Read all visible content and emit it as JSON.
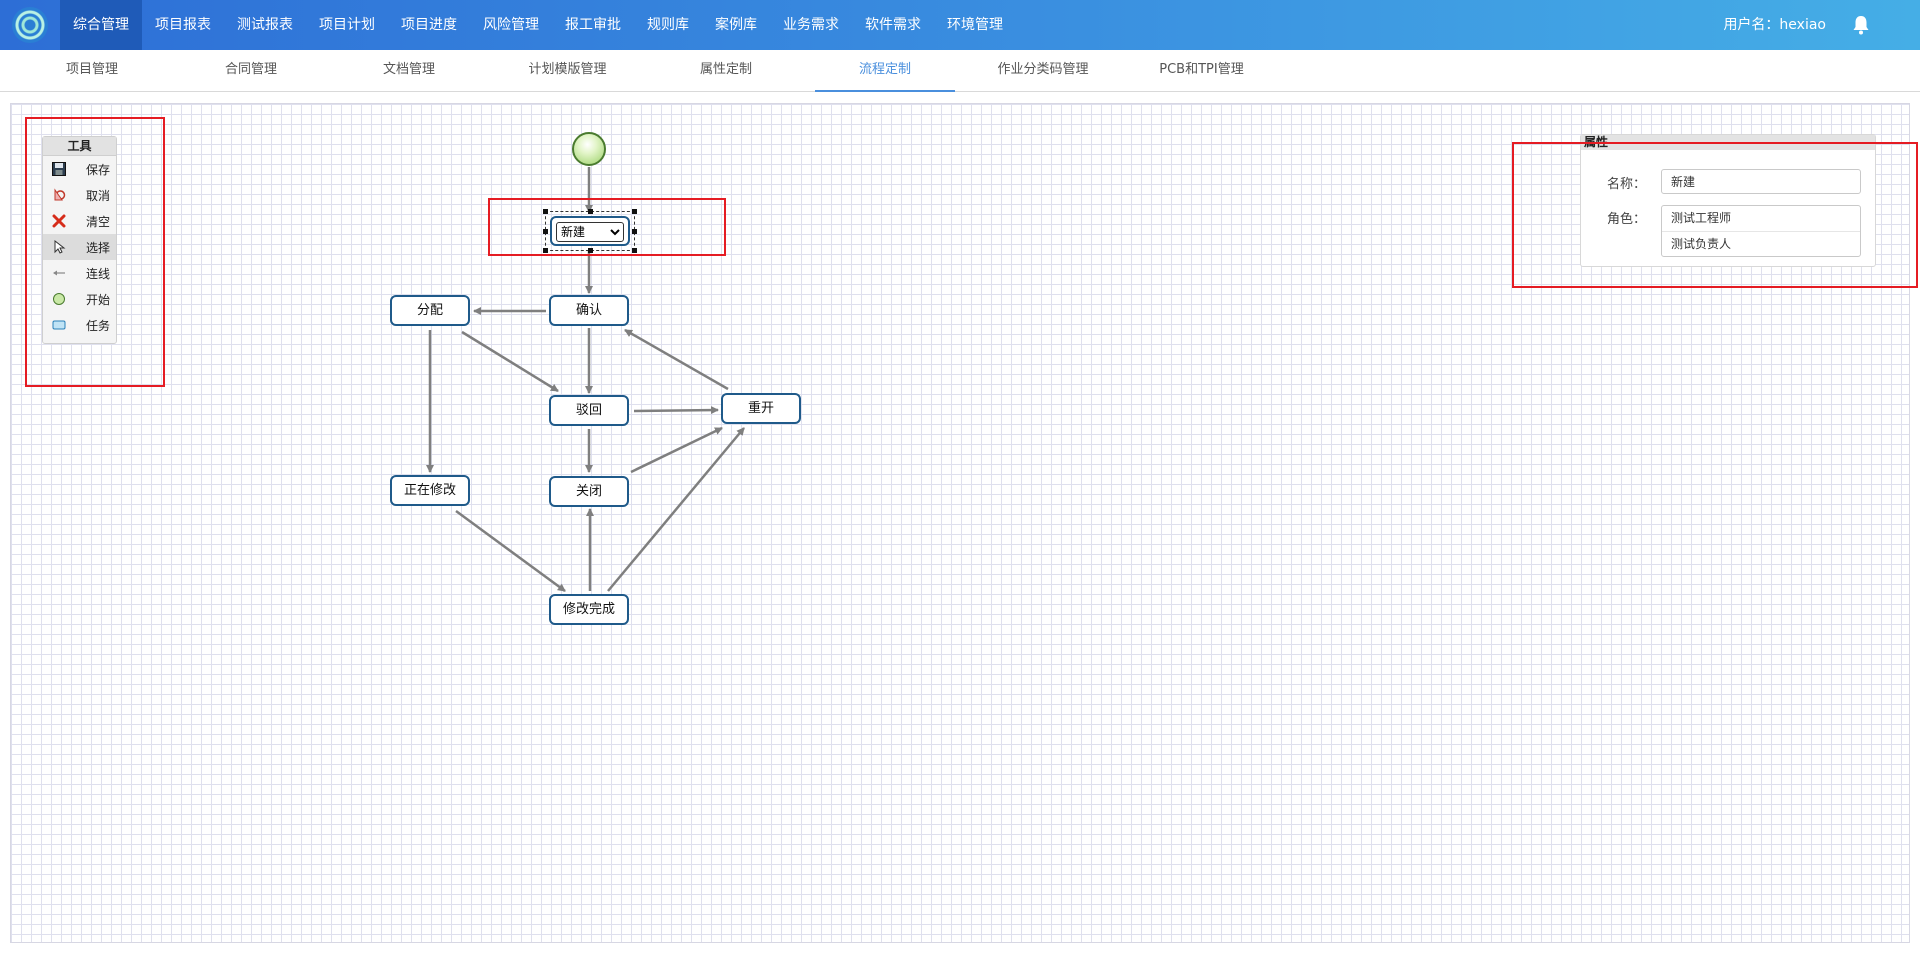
{
  "nav": {
    "items": [
      "综合管理",
      "项目报表",
      "测试报表",
      "项目计划",
      "项目进度",
      "风险管理",
      "报工审批",
      "规则库",
      "案例库",
      "业务需求",
      "软件需求",
      "环境管理"
    ],
    "active_index": 0,
    "user_label": "用户名：hexiao"
  },
  "subtabs": {
    "items": [
      "项目管理",
      "合同管理",
      "文档管理",
      "计划模版管理",
      "属性定制",
      "流程定制",
      "作业分类码管理",
      "PCB和TPI管理"
    ],
    "active": "流程定制"
  },
  "toolbox": {
    "title": "工具",
    "tools": [
      {
        "label": "保存",
        "icon": "save-icon"
      },
      {
        "label": "取消",
        "icon": "undo-icon"
      },
      {
        "label": "清空",
        "icon": "clear-icon"
      },
      {
        "label": "选择",
        "icon": "pointer-icon",
        "selected": true
      },
      {
        "label": "连线",
        "icon": "connector-icon"
      },
      {
        "label": "开始",
        "icon": "start-circle-icon"
      },
      {
        "label": "任务",
        "icon": "task-box-icon"
      }
    ]
  },
  "flow": {
    "selected_node": "新建",
    "select_options": [
      "新建"
    ],
    "nodes": {
      "fenpei": "分配",
      "queren": "确认",
      "bohui": "驳回",
      "chongkai": "重开",
      "zhengzaixiugai": "正在修改",
      "guanbi": "关闭",
      "xiugaiwancheng": "修改完成"
    }
  },
  "properties": {
    "title": "属性",
    "name_label": "名称：",
    "name_value": "新建",
    "role_label": "角色：",
    "roles": [
      "测试工程师",
      "测试负责人"
    ]
  },
  "colors": {
    "nav_gradient_start": "#2d6ed6",
    "nav_gradient_end": "#45aee6",
    "nav_active": "#1f5bb8",
    "node_border": "#1f5a8a",
    "highlight_red": "#e51c23",
    "subtab_active": "#4a8fdd"
  }
}
